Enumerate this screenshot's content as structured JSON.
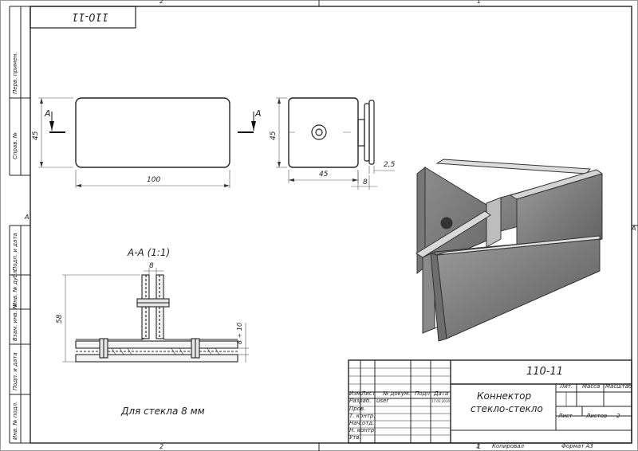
{
  "drawing": {
    "code_top": "110-11",
    "code_main": "110-11",
    "title_line1": "Коннектор",
    "title_line2": "стекло-стекло",
    "zone_top_left": "2",
    "zone_top_right": "1",
    "zone_bottom_left": "2",
    "zone_bottom_right": "1",
    "zone_side_left": "A",
    "zone_side_right": "A",
    "section_label": "A-A (1:1)",
    "glass_note": "Для стекла 8 мм",
    "view_arrow_left": "A",
    "view_arrow_right": "A",
    "dim_length": "100",
    "dim_height_front": "45",
    "dim_height_side": "45",
    "dim_width_side": "45",
    "dim_plate": "2,5",
    "dim_gap_side": "8",
    "dim_gap_section": "8",
    "dim_height_section": "58",
    "dim_range": "8 ÷ 10"
  },
  "side_stamps": [
    "Перв. примен.",
    "Справ. №",
    "Подп. и дата",
    "Инв. № дубл.",
    "Взам. инв. №",
    "Подп. и дата",
    "Инв. № подл."
  ],
  "title_block": {
    "col_headers": [
      "Изм.",
      "Лист",
      "№ докум.",
      "Подп.",
      "Дата"
    ],
    "rows": [
      "Разраб.",
      "Пров.",
      "Т. контр.",
      "Нач.отд.",
      "Н. контр.",
      "Утв."
    ],
    "developer": "user",
    "date": "17.03.2016",
    "lit": "Лит.",
    "mass": "Масса",
    "scale": "Масштаб",
    "sheet": "Лист",
    "sheets": "Листов",
    "sheets_count": "2",
    "copied": "Копировал",
    "format": "Формат А3",
    "footer_num": "1"
  }
}
